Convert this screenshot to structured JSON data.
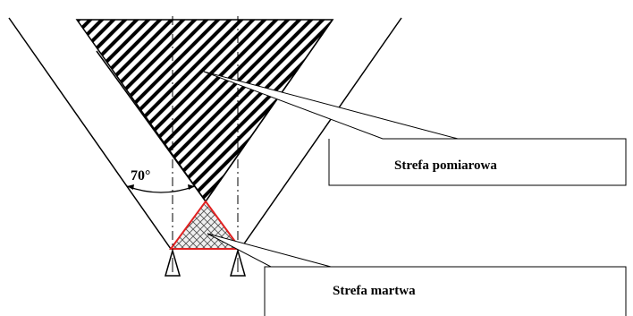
{
  "angle_label": "70°",
  "callouts": {
    "measurement_zone": "Strefa pomiarowa",
    "dead_zone": "Strefa martwa"
  },
  "colors": {
    "line": "#000000",
    "dead_zone_outline": "#e02020",
    "background": "#ffffff"
  }
}
